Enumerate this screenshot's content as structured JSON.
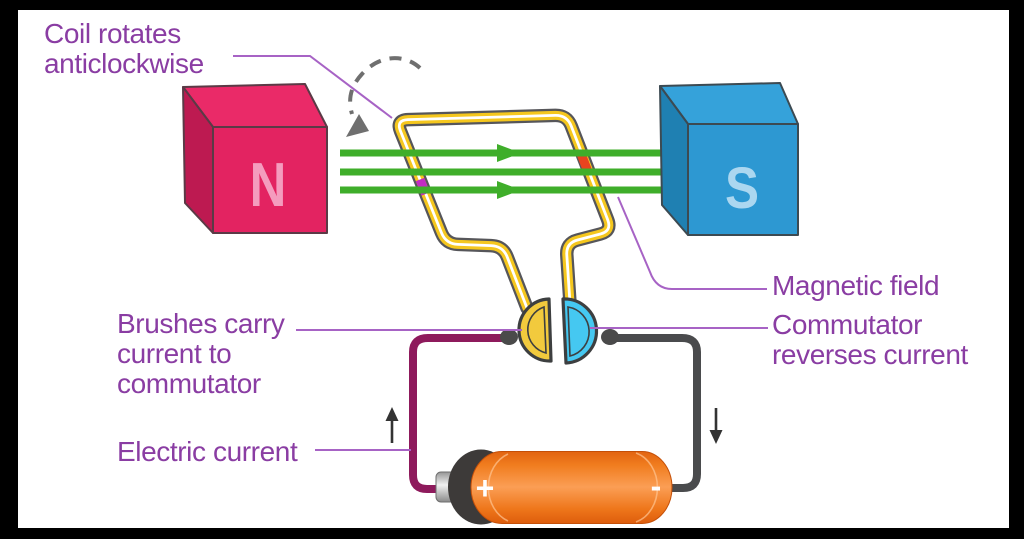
{
  "labels": {
    "coil_rotation": "Coil rotates\nanticlockwise",
    "brushes": "Brushes carry\ncurrent to\ncommutator",
    "electric_current": "Electric current",
    "magnetic_field": "Magnetic field",
    "commutator": "Commutator\nreverses current"
  },
  "magnets": {
    "north": {
      "label": "N",
      "front_color": "#e32361",
      "side_color": "#bd1a51",
      "top_color": "#ea2a68"
    },
    "south": {
      "label": "S",
      "front_color": "#2d98d2",
      "side_color": "#1f80b2",
      "top_color": "#35a2da"
    }
  },
  "battery": {
    "positive_label": "+",
    "negative_label": "-"
  },
  "colors": {
    "label_text": "#8a3da3",
    "leader_line": "#a763c5",
    "field_line": "#3fae2a",
    "coil": "#f5c71e",
    "coil_outline": "#56565a",
    "coil_segment_left": "#c32cc3",
    "coil_segment_right": "#e8431f",
    "commutator_left": "#f2ca3d",
    "commutator_right": "#45c8f1",
    "wire_left": "#8e1a5c",
    "wire_right": "#4a4b4d",
    "battery_body": "#f57c22",
    "rotation_arrow": "#6f6f6f",
    "current_arrow": "#333333"
  }
}
